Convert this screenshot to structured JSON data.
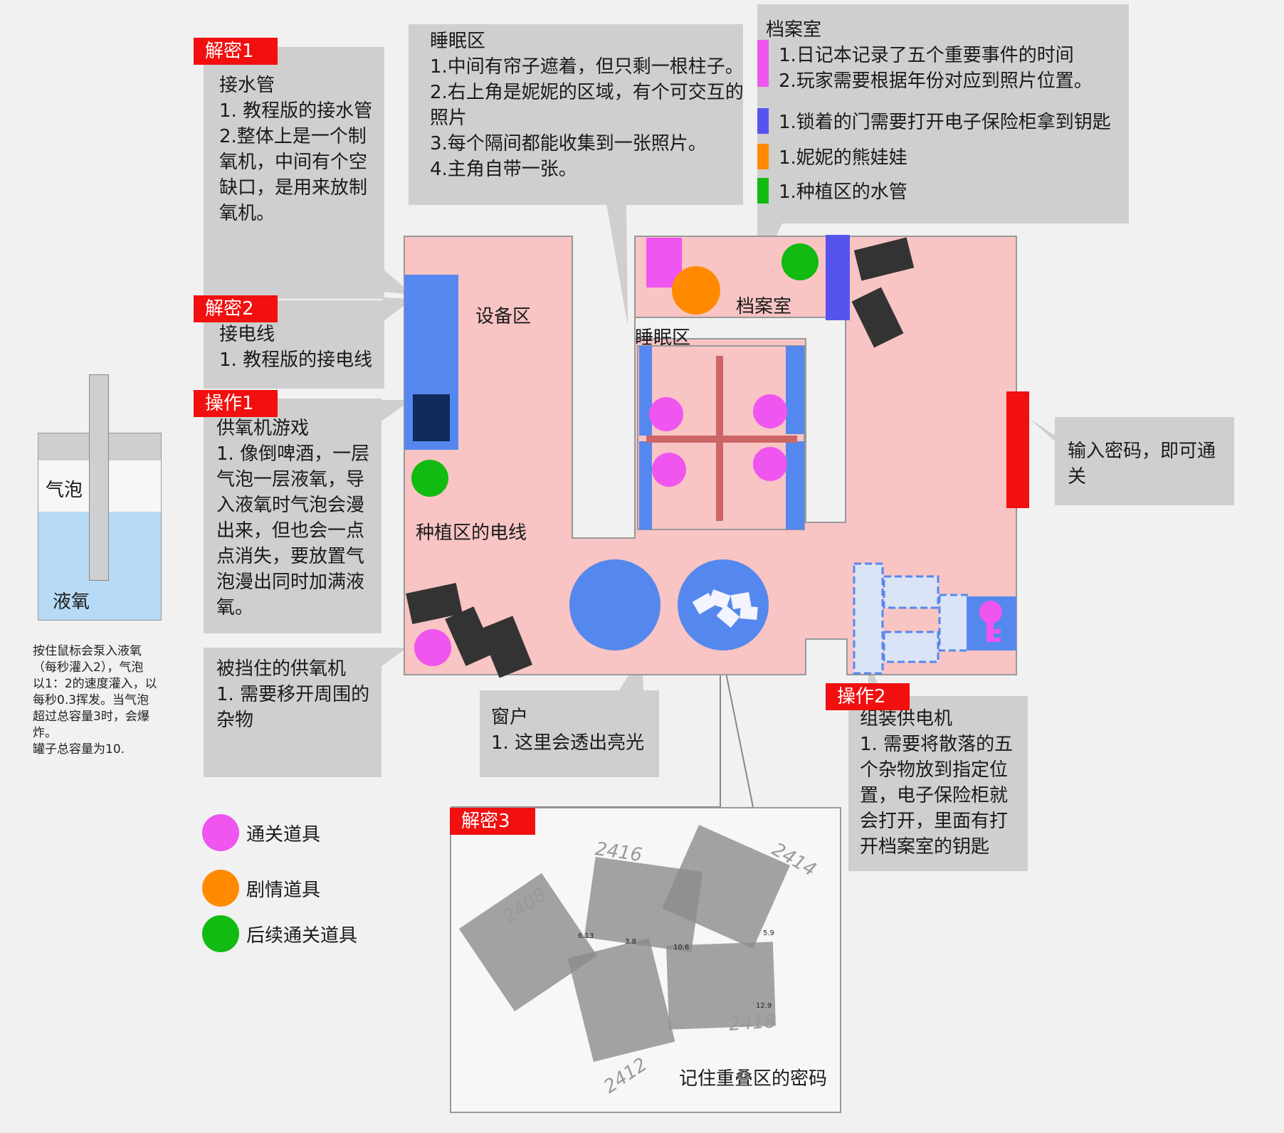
{
  "tags": {
    "puzzle1": "解密1",
    "puzzle2": "解密2",
    "op1": "操作1",
    "op2": "操作2",
    "puzzle3": "解密3"
  },
  "notes": {
    "pipe": [
      "接水管",
      "1. 教程版的接水管",
      "2.整体上是一个制",
      "氧机，中间有个空",
      "缺口，是用来放制",
      "氧机。"
    ],
    "wire": [
      "接电线",
      "1. 教程版的接电线"
    ],
    "oxygen_game": [
      "供氧机游戏",
      "1. 像倒啤酒，一层",
      "气泡一层液氧，导",
      "入液氧时气泡会漫",
      "出来，但也会一点",
      "点消失，要放置气",
      "泡漫出同时加满液",
      "氧。"
    ],
    "blocked": [
      "被挡住的供氧机",
      "1. 需要移开周围的",
      "杂物"
    ],
    "sleep": [
      "睡眠区",
      "1.中间有帘子遮着，但只剩一根柱子。",
      "2.右上角是妮妮的区域，有个可交互的",
      "照片",
      "3.每个隔间都能收集到一张照片。",
      "4.主角自带一张。"
    ],
    "archive_title": "档案室",
    "archive_items": [
      {
        "color": "#ee55ee",
        "lines": [
          "1.日记本记录了五个重要事件的时间",
          "2.玩家需要根据年份对应到照片位置。"
        ]
      },
      {
        "color": "#5555ee",
        "lines": [
          "1.锁着的门需要打开电子保险柜拿到钥匙"
        ]
      },
      {
        "color": "#ff8a00",
        "lines": [
          "1.妮妮的熊娃娃"
        ]
      },
      {
        "color": "#11bb11",
        "lines": [
          "1.种植区的水管"
        ]
      }
    ],
    "password": [
      "输入密码，即可通",
      "关"
    ],
    "window": [
      "窗户",
      "1. 这里会透出亮光"
    ],
    "generator": [
      "组装供电机",
      "1. 需要将散落的五",
      "个杂物放到指定位",
      "置，电子保险柜就",
      "会打开，里面有打",
      "开档案室的钥匙"
    ]
  },
  "map_labels": {
    "equipment": "设备区",
    "archive": "档案室",
    "sleep": "睡眠区",
    "plant_wire": "种植区的电线"
  },
  "tank": {
    "bubble": "气泡",
    "liquid": "液氧",
    "desc": [
      "按住鼠标会泵入液氧",
      "（每秒灌入2），气泡",
      "以1：2的速度灌入，以",
      "每秒0.3挥发。当气泡",
      "超过总容量3时，会爆",
      "炸。",
      "罐子总容量为10."
    ]
  },
  "legend": [
    {
      "color": "#ef55ef",
      "label": "通关道具"
    },
    {
      "color": "#ff8a00",
      "label": "剧情道具"
    },
    {
      "color": "#11bb11",
      "label": "后续通关道具"
    }
  ],
  "photos": {
    "caption": "记住重叠区的密码",
    "years": [
      "2408",
      "2416",
      "2414",
      "2412",
      "2418"
    ],
    "numbers": [
      "6.13",
      "3.8",
      "10.6",
      "5.9",
      "12.9"
    ]
  },
  "colors": {
    "room": "#f8c4c4",
    "equipment_blue": "#5588ee",
    "red_door": "#f10f0f",
    "crate": "#333333",
    "pillar": "#cc6666"
  }
}
